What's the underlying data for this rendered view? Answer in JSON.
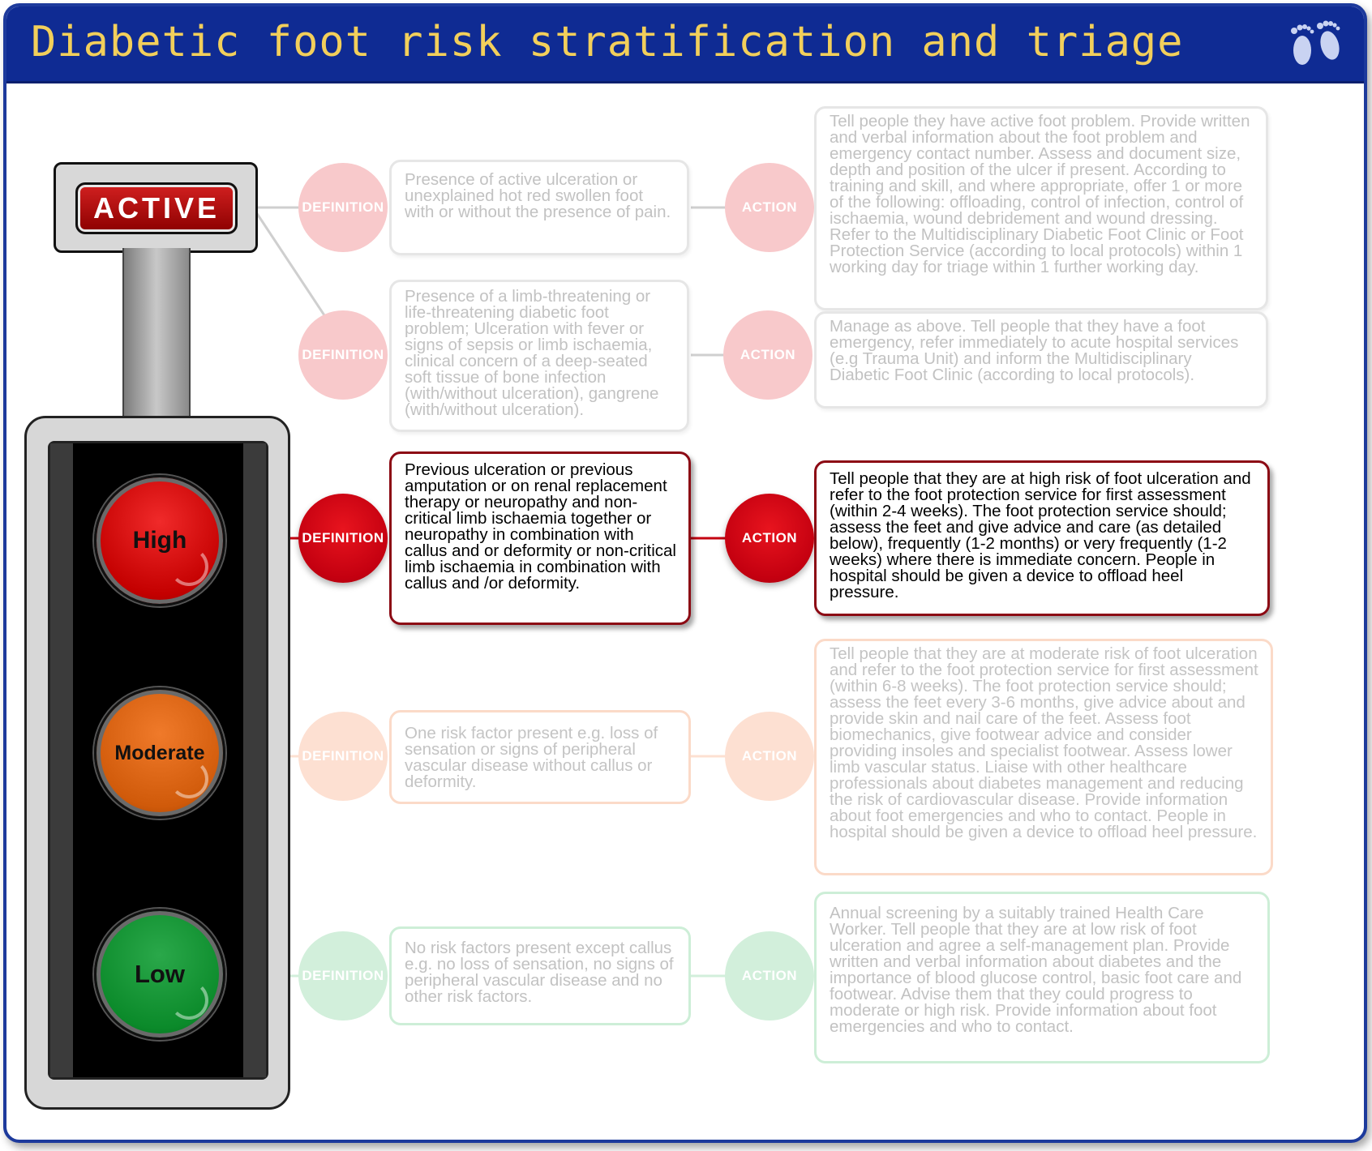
{
  "title": "Diabetic foot risk stratification and triage",
  "labels": {
    "active_button": "ACTIVE",
    "definition": "DEFINITION",
    "action": "ACTION"
  },
  "lights": {
    "high": "High",
    "moderate": "Moderate",
    "low": "Low"
  },
  "colors": {
    "title_bar": "#0f2b93",
    "title_text": "#f2cf5b",
    "high": "#c40000",
    "moderate": "#d05a0a",
    "low": "#0b8a2a",
    "highlight_border": "#8c0a14"
  },
  "rows": {
    "active": {
      "definition": "Presence of active ulceration or unexplained hot red swollen foot with or without the presence of pain.",
      "action": "Tell people they have active foot problem. Provide written and verbal information about the foot problem and emergency contact number. Assess and document size, depth and position of the ulcer if present. According to training and skill, and where appropriate, offer 1 or more of the following: offloading, control of infection, control of ischaemia, wound debridement and wound dressing. Refer to the Multidisciplinary Diabetic Foot Clinic or Foot Protection Service (according to local protocols) within 1 working day for triage within 1 further working day."
    },
    "emergency": {
      "definition": "Presence of a limb-threatening or life-threatening diabetic foot problem; Ulceration with fever or signs of sepsis or limb ischaemia, clinical concern of a deep-seated soft tissue of bone infection (with/without ulceration), gangrene (with/without ulceration).",
      "action": "Manage as above. Tell people that they have a foot emergency, refer immediately to acute hospital services (e.g Trauma Unit) and inform the Multidisciplinary Diabetic Foot Clinic (according to local protocols)."
    },
    "high": {
      "definition": "Previous ulceration or previous amputation or on renal replacement therapy or neuropathy and non-critical limb ischaemia together or neuropathy in combination with callus and or deformity or non-critical limb ischaemia in combination with callus and /or deformity.",
      "action": "Tell people that they are at high risk of foot ulceration and refer to the foot protection service for first assessment (within 2-4 weeks). The foot protection service should; assess the feet and give advice and care (as detailed below), frequently (1-2 months) or very frequently (1-2 weeks) where there is immediate concern. People in hospital should be given a device to offload heel pressure."
    },
    "moderate": {
      "definition": "One risk factor present e.g. loss of sensation or signs of peripheral vascular disease without callus or deformity.",
      "action": "Tell people that they are at moderate risk of foot ulceration and refer to the foot protection service for first assessment (within 6-8 weeks). The foot protection service should; assess the feet every 3-6 months, give advice about and provide skin and nail care of the feet. Assess foot biomechanics, give footwear advice and consider providing insoles and specialist footwear. Assess lower limb vascular status. Liaise with other healthcare professionals about diabetes management and reducing the risk of cardiovascular disease. Provide information about foot emergencies and who to contact. People in hospital should be given a device to offload heel pressure."
    },
    "low": {
      "definition": "No risk factors present except callus e.g. no loss of sensation, no signs of peripheral vascular disease and no other risk factors.",
      "action": "Annual screening by a suitably trained Health Care Worker. Tell people that they are at low risk of foot ulceration and agree a self-management plan. Provide written and verbal information about diabetes and the importance of blood glucose control, basic foot care and footwear. Advise them that they could progress to moderate or high risk. Provide information about foot emergencies and who to contact."
    }
  }
}
